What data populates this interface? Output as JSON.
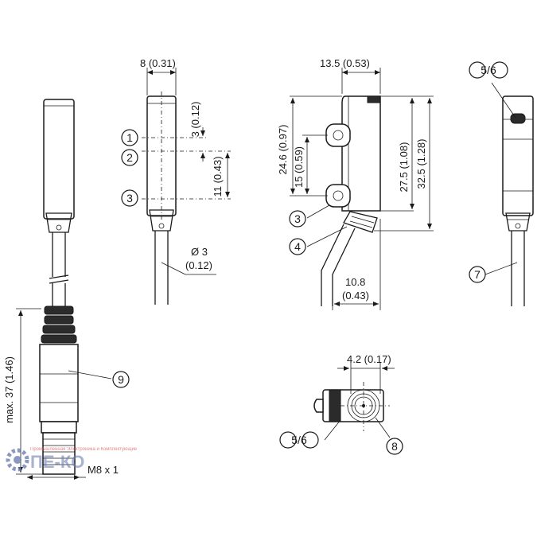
{
  "dimensions": {
    "width_a": "8 (0.31)",
    "width_b": "13.5 (0.53)",
    "d3": "3 (0.12)",
    "d11": "11 (0.43)",
    "d246": "24.6 (0.97)",
    "d15": "15 (0.59)",
    "d275": "27.5 (1.08)",
    "d325": "32.5 (1.28)",
    "dia3_a": "Ø 3",
    "dia3_b": "(0.12)",
    "d108_a": "10.8",
    "d108_b": "(0.43)",
    "d42": "4.2 (0.17)",
    "max37": "max. 37 (1.46)",
    "m8": "M8 x 1"
  },
  "callouts": {
    "c1": "1",
    "c2": "2",
    "c3a": "3",
    "c3b": "3",
    "c4": "4",
    "c56a": "5/6",
    "c56b": "5/6",
    "c7": "7",
    "c8": "8",
    "c9": "9"
  },
  "watermark": {
    "logo": "ПЕ-КО",
    "tagline": "Промышленная Электроника и Комплектующие"
  },
  "colors": {
    "line": "#1a1a1a",
    "watermark": "#6f7fb0"
  }
}
